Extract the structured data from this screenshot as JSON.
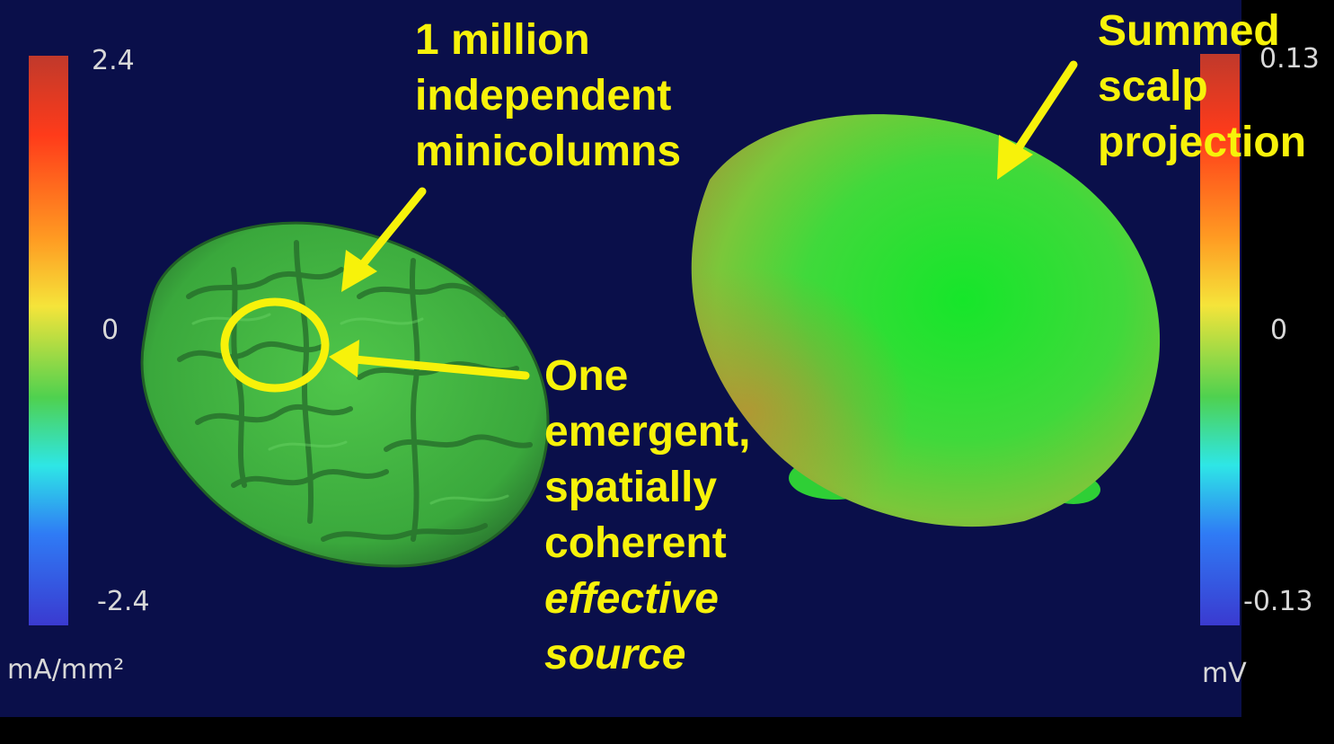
{
  "left_scale": {
    "max_label": "2.4",
    "mid_label": "0",
    "min_label": "-2.4",
    "unit": "mA/mm²"
  },
  "right_scale": {
    "max_label": "0.13",
    "mid_label": "0",
    "min_label": "-0.13",
    "unit": "mV"
  },
  "annotations": {
    "minicolumns": [
      "1 million",
      "independent",
      "minicolumns"
    ],
    "scalp": [
      "Summed",
      "scalp",
      "projection"
    ],
    "source": [
      "One",
      "emergent,",
      "spatially",
      "coherent",
      "effective",
      "source"
    ]
  },
  "colors": {
    "annotation": "#f7f20a",
    "background": "#0a0f4a",
    "surface": "#3fd14a"
  }
}
